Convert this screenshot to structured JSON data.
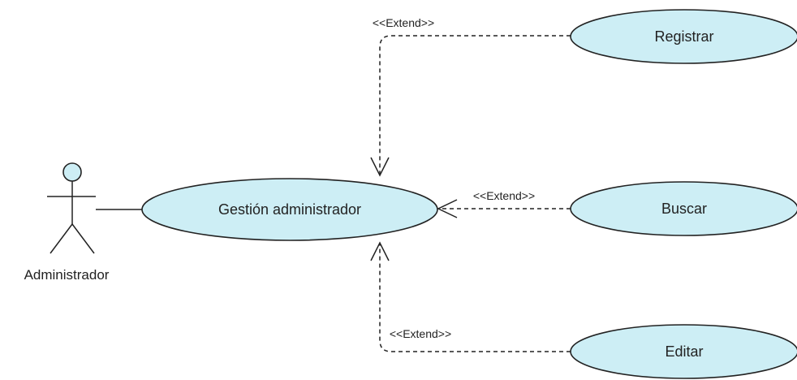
{
  "diagram": {
    "type": "uml-use-case",
    "actor": {
      "label": "Administrador"
    },
    "use_cases": {
      "main": "Gestión administrador",
      "registrar": "Registrar",
      "buscar": "Buscar",
      "editar": "Editar"
    },
    "relations": {
      "registrar_extend": "<<Extend>>",
      "buscar_extend": "<<Extend>>",
      "editar_extend": "<<Extend>>"
    },
    "colors": {
      "usecase_fill": "#cdeef5",
      "actor_head_fill": "#cdeef5",
      "line": "#222222",
      "background": "#ffffff"
    }
  }
}
